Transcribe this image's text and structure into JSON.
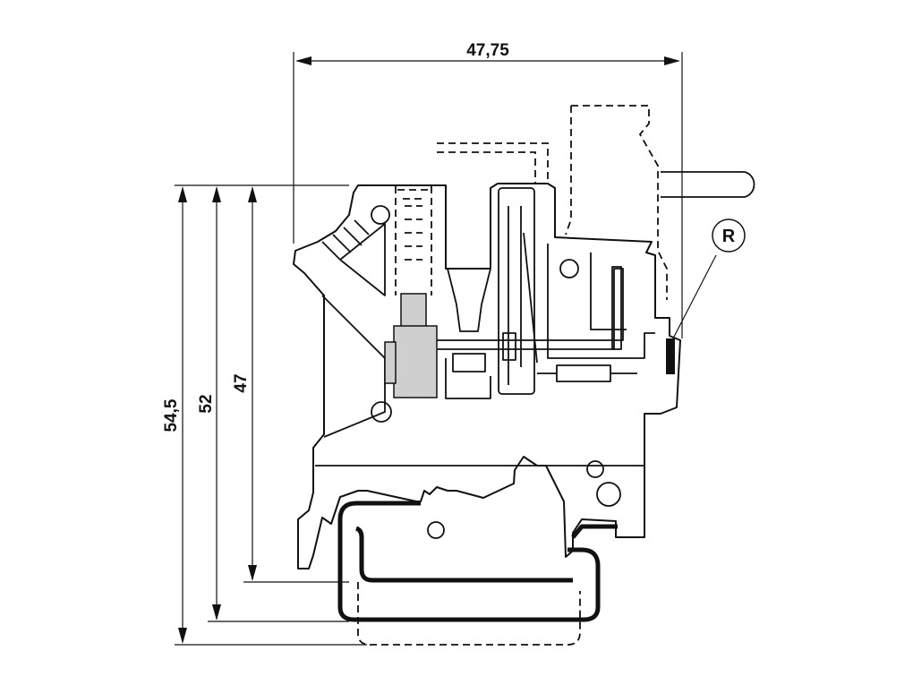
{
  "dimensions": {
    "width_label": "47,75",
    "height_outer_label": "54,5",
    "height_middle_label": "52",
    "height_inner_label": "47"
  },
  "marker": {
    "label": "R"
  }
}
